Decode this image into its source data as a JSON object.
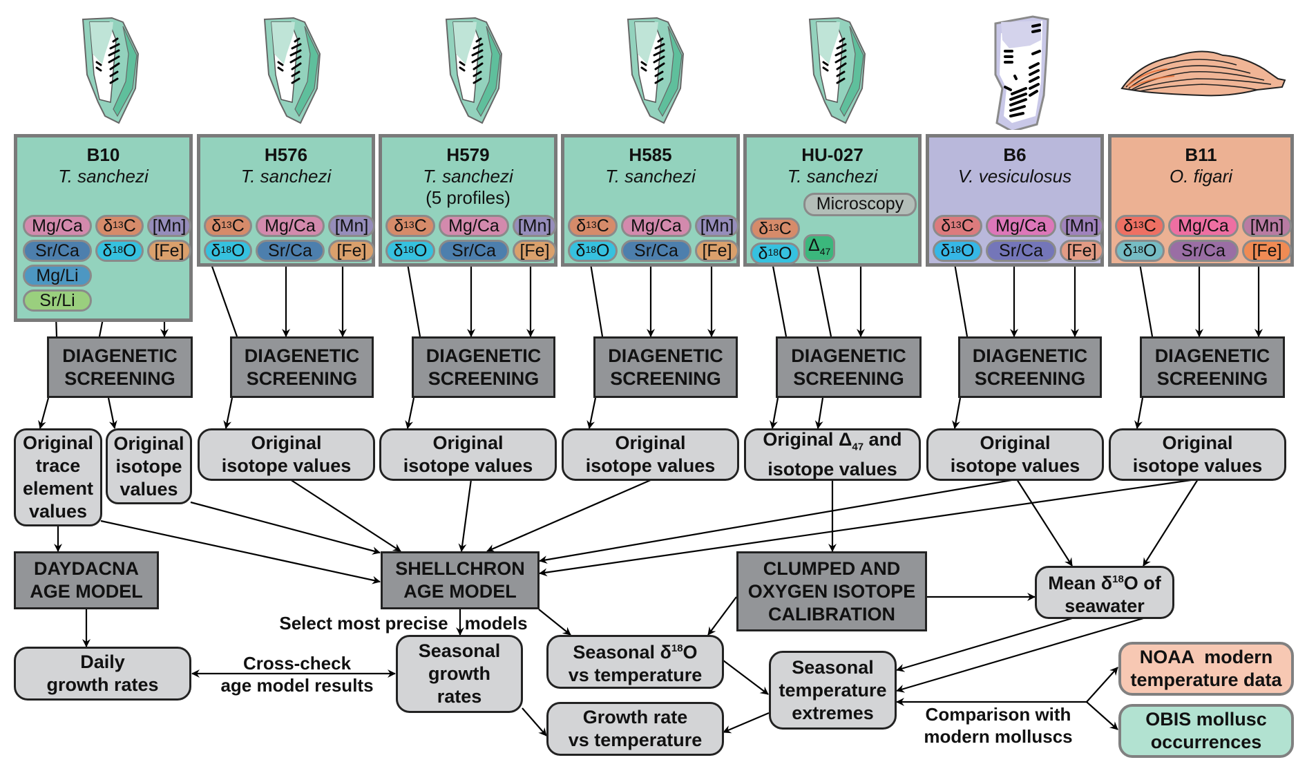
{
  "samples": [
    {
      "id": "B10",
      "species": "T. sanchezi",
      "note": "",
      "color": "#93d2bd",
      "chips": [
        {
          "label": "Mg/Ca",
          "color": "#d38aad"
        },
        {
          "label": "δ13C",
          "color": "#d68b6a"
        },
        {
          "label": "[Mn]",
          "color": "#968dbb"
        },
        {
          "label": "Sr/Ca",
          "color": "#4d7fad"
        },
        {
          "label": "δ18O",
          "color": "#36c1df"
        },
        {
          "label": "[Fe]",
          "color": "#daa06c"
        },
        {
          "label": "Mg/Li",
          "color": "#4d97c2"
        },
        {
          "label": "Sr/Li",
          "color": "#9acf7e"
        }
      ]
    },
    {
      "id": "H576",
      "species": "T. sanchezi",
      "note": "",
      "color": "#93d2bd",
      "chips": [
        {
          "label": "δ13C",
          "color": "#d68b6a"
        },
        {
          "label": "Mg/Ca",
          "color": "#d38aad"
        },
        {
          "label": "[Mn]",
          "color": "#968dbb"
        },
        {
          "label": "δ18O",
          "color": "#36c1df"
        },
        {
          "label": "Sr/Ca",
          "color": "#4d7fad"
        },
        {
          "label": "[Fe]",
          "color": "#daa06c"
        }
      ]
    },
    {
      "id": "H579",
      "species": "T. sanchezi",
      "note": "(5 profiles)",
      "color": "#93d2bd",
      "chips": [
        {
          "label": "δ13C",
          "color": "#d68b6a"
        },
        {
          "label": "Mg/Ca",
          "color": "#d38aad"
        },
        {
          "label": "[Mn]",
          "color": "#968dbb"
        },
        {
          "label": "δ18O",
          "color": "#36c1df"
        },
        {
          "label": "Sr/Ca",
          "color": "#4d7fad"
        },
        {
          "label": "[Fe]",
          "color": "#daa06c"
        }
      ]
    },
    {
      "id": "H585",
      "species": "T. sanchezi",
      "note": "",
      "color": "#93d2bd",
      "chips": [
        {
          "label": "δ13C",
          "color": "#d68b6a"
        },
        {
          "label": "Mg/Ca",
          "color": "#d38aad"
        },
        {
          "label": "[Mn]",
          "color": "#968dbb"
        },
        {
          "label": "δ18O",
          "color": "#36c1df"
        },
        {
          "label": "Sr/Ca",
          "color": "#4d7fad"
        },
        {
          "label": "[Fe]",
          "color": "#daa06c"
        }
      ]
    },
    {
      "id": "HU-027",
      "species": "T. sanchezi",
      "note": "",
      "color": "#93d2bd",
      "chips": [
        {
          "label": "δ13C",
          "color": "#d68b6a"
        },
        {
          "label": "Microscopy",
          "color": "#b3beb8"
        },
        {
          "label": "δ18O",
          "color": "#36c1df"
        },
        {
          "label": "Δ47",
          "color": "#3bb77c"
        }
      ]
    },
    {
      "id": "B6",
      "species": "V. vesiculosus",
      "note": "",
      "color": "#b9b8db",
      "chips": [
        {
          "label": "δ13C",
          "color": "#dc7b7d"
        },
        {
          "label": "Mg/Ca",
          "color": "#dd77b9"
        },
        {
          "label": "[Mn]",
          "color": "#a082bd"
        },
        {
          "label": "δ18O",
          "color": "#36b7e6"
        },
        {
          "label": "Sr/Ca",
          "color": "#7476b9"
        },
        {
          "label": "[Fe]",
          "color": "#e29b84"
        }
      ]
    },
    {
      "id": "B11",
      "species": "O. figari",
      "note": "",
      "color": "#ecb193",
      "chips": [
        {
          "label": "δ13C",
          "color": "#ee7063"
        },
        {
          "label": "Mg/Ca",
          "color": "#ee6fa2"
        },
        {
          "label": "[Mn]",
          "color": "#b97ba3"
        },
        {
          "label": "δ18O",
          "color": "#76bcc4"
        },
        {
          "label": "Sr/Ca",
          "color": "#9a6ea4"
        },
        {
          "label": "[Fe]",
          "color": "#f08b54"
        }
      ]
    }
  ],
  "diagenetic_label_1": "DIAGENETIC",
  "diagenetic_label_2": "SCREENING",
  "original": {
    "trace": [
      "Original",
      "trace",
      "element",
      "values"
    ],
    "isotope_narrow": [
      "Original",
      "isotope",
      "values"
    ],
    "isotope_wide": [
      "Original",
      "isotope values"
    ],
    "clumped_1": "Original Δ",
    "clumped_sub": "47",
    "clumped_2": " and",
    "clumped_3": "isotope values"
  },
  "models": {
    "daydacna": [
      "DAYDACNA",
      "AGE MODEL"
    ],
    "shellchron": [
      "SHELLCHRON",
      "AGE MODEL"
    ],
    "clumped": [
      "CLUMPED AND",
      "OXYGEN ISOTOPE",
      "CALIBRATION"
    ],
    "mean_seawater_1": "Mean δ",
    "mean_seawater_sup": "18",
    "mean_seawater_2": "O of",
    "mean_seawater_3": "seawater"
  },
  "outputs": {
    "daily": [
      "Daily",
      "growth rates"
    ],
    "seasonal_growth": [
      "Seasonal",
      "growth",
      "rates"
    ],
    "seasonal_d18o_1": "Seasonal δ",
    "seasonal_d18o_sup": "18",
    "seasonal_d18o_2": "O",
    "seasonal_d18o_3": "vs temperature",
    "growth_vs_temp": [
      "Growth rate",
      "vs temperature"
    ],
    "temp_extremes": [
      "Seasonal",
      "temperature",
      "extremes"
    ],
    "noaa": [
      "NOAA  modern",
      "temperature data"
    ],
    "obis": [
      "OBIS mollusc",
      "occurrences"
    ]
  },
  "edge_labels": {
    "select": "Select most precise",
    "select_2": "models",
    "crosscheck_1": "Cross-check",
    "crosscheck_2": "age model results",
    "comparison_1": "Comparison with",
    "comparison_2": "modern molluscs"
  },
  "colors": {
    "teal_box": "#93d2bd",
    "purple_box": "#b9b8db",
    "orange_box": "#ecb193",
    "dark_process": "#939598",
    "light_result": "#d3d4d6",
    "noaa": "#f7c8b3",
    "obis": "#b2e2d1"
  }
}
